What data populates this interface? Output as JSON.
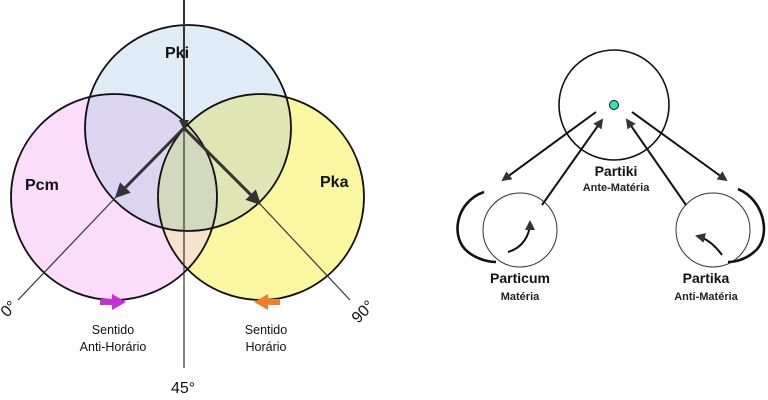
{
  "left_diagram": {
    "circles": {
      "top": {
        "label": "Pki",
        "fill": "#dfecf6"
      },
      "left": {
        "label": "Pcm",
        "fill": "#fbdcfa"
      },
      "right": {
        "label": "Pka",
        "fill": "#fbf7a0"
      }
    },
    "overlap_colors": {
      "top_left": "#dcd5f2",
      "top_right": "#dfe6b3",
      "left_right": "#f7e3cc",
      "center": "#d3d9bd"
    },
    "angle_labels": {
      "left": "0°",
      "bottom": "45°",
      "right": "90°"
    },
    "direction_left": {
      "line1": "Sentido",
      "line2": "Anti-Horário",
      "arrow_color": "#c72ed8"
    },
    "direction_right": {
      "line1": "Sentido",
      "line2": "Horário",
      "arrow_color": "#f07f2a"
    }
  },
  "right_diagram": {
    "top": {
      "title": "Partiki",
      "subtitle": "Ante-Matéria",
      "dot_color": "#2ee8a6"
    },
    "left": {
      "title": "Particum",
      "subtitle": "Matéria"
    },
    "right": {
      "title": "Partika",
      "subtitle": "Anti-Matéria"
    }
  }
}
